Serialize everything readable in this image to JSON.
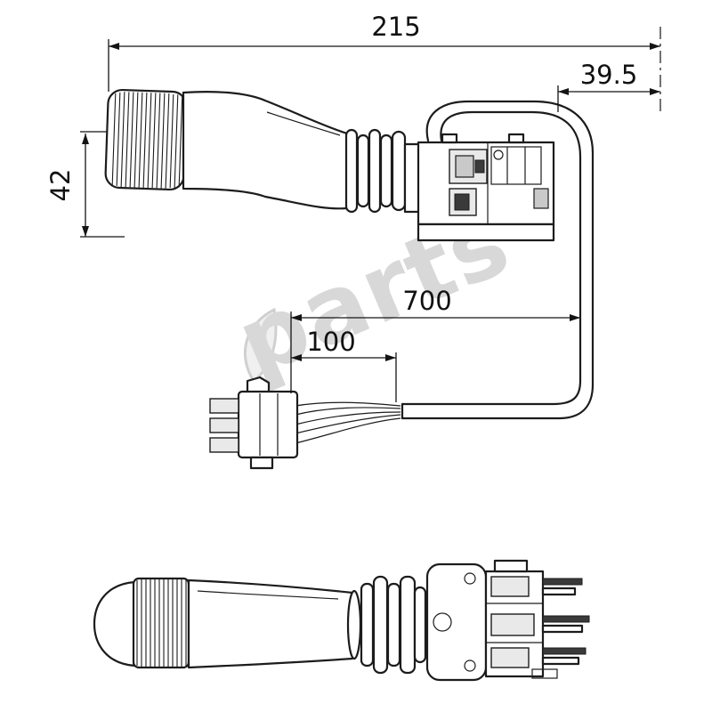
{
  "watermark": {
    "text": "parts"
  },
  "dimensions": {
    "overall_length": "215",
    "connector_offset": "39.5",
    "lever_height": "42",
    "cable_length": "700",
    "lead_length": "100"
  },
  "colors": {
    "line": "#1c1c1c",
    "dim_line": "#141414",
    "label": "#111111",
    "watermark": "#d8d8d8",
    "background": "#ffffff"
  }
}
